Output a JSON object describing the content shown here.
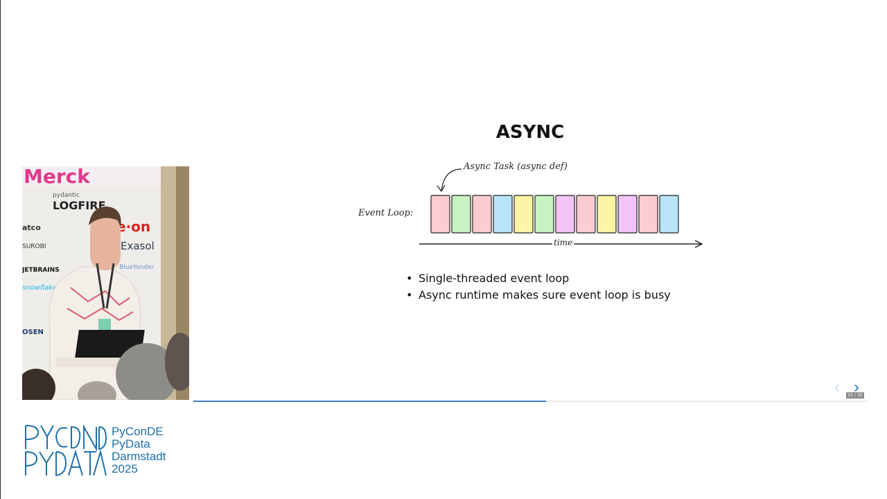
{
  "slide": {
    "title": "ASYNC",
    "diagram": {
      "task_label": "Async Task (async def)",
      "loop_label": "Event Loop:",
      "time_label": "time",
      "task_colors": [
        "#f9cdd3",
        "#c8f2c2",
        "#f9cdd3",
        "#b9e3f7",
        "#fbf5a5",
        "#c8f2c2",
        "#f3c4f6",
        "#f9cdd3",
        "#fbf5a5",
        "#f3c4f6",
        "#f9cdd3",
        "#b9e3f7"
      ]
    },
    "bullets": [
      "Single-threaded event loop",
      "Async runtime makes sure event loop is busy"
    ]
  },
  "navigation": {
    "prev_icon": "chevron-left-icon",
    "next_icon": "chevron-right-icon",
    "counter": "21 / 30",
    "progress": 0.524
  },
  "video": {
    "banner_text": "Merck",
    "sponsor_logos": [
      "pydantic",
      "LOGFIRE",
      "atco",
      "e·on",
      "SUROBI",
      "Exasol",
      "JETBRAINS",
      "BlueYonder",
      "snowflake",
      "OSEN"
    ]
  },
  "conference_logo": {
    "mark": "PyConDE PyData",
    "lines": [
      "PyConDE",
      "PyData",
      "Darmstadt",
      "2025"
    ]
  }
}
